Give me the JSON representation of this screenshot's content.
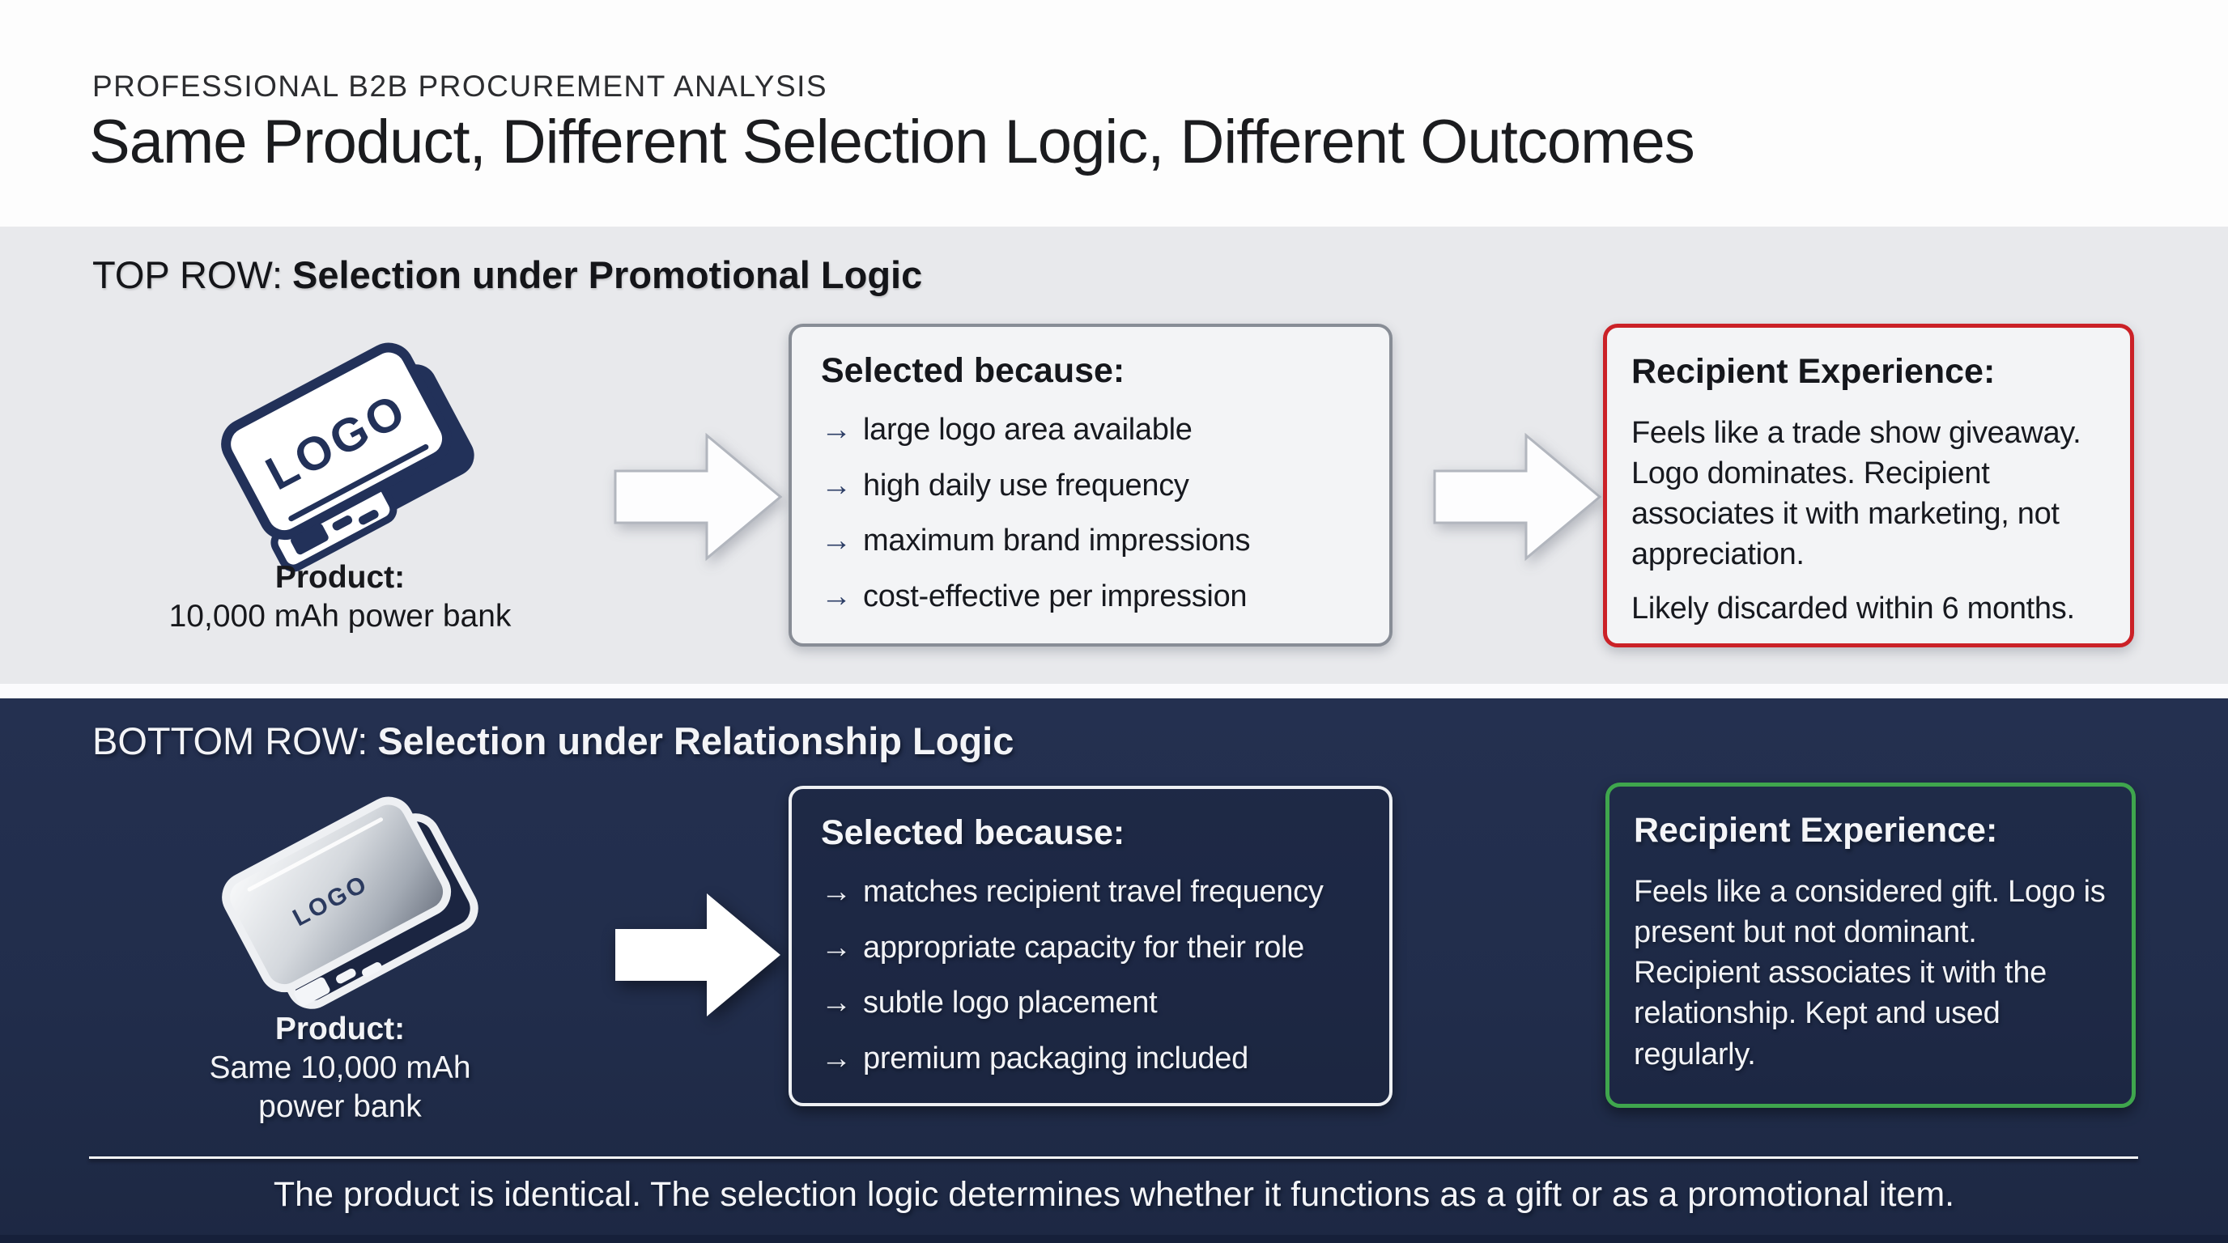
{
  "header": {
    "eyebrow": "PROFESSIONAL B2B PROCUREMENT ANALYSIS",
    "title": "Same Product, Different Selection Logic, Different Outcomes"
  },
  "glyphs": {
    "arrow_bullet": "→"
  },
  "colors": {
    "gray_band": "#e8e9ec",
    "navy_band": "#212d4b",
    "navy_ink": "#223159",
    "red_accent": "#cb2127",
    "green_accent": "#3fa64d",
    "box_border_gray": "#888d96"
  },
  "top_row": {
    "heading_prefix": "TOP ROW:",
    "heading_emphasis": "Selection under Promotional Logic",
    "product": {
      "logo_text": "LOGO",
      "label": "Product:",
      "name": "10,000 mAh power bank"
    },
    "selected_box": {
      "title": "Selected because:",
      "items": [
        "large logo area available",
        "high daily use frequency",
        "maximum brand impressions",
        "cost-effective per impression"
      ]
    },
    "experience_box": {
      "title": "Recipient Experience:",
      "body": "Feels like a trade show giveaway. Logo dominates. Recipient associates it with marketing, not appreciation.",
      "footnote": "Likely discarded within 6 months."
    }
  },
  "bottom_row": {
    "heading_prefix": "BOTTOM ROW:",
    "heading_emphasis": "Selection under Relationship Logic",
    "product": {
      "logo_text": "LOGO",
      "label": "Product:",
      "name_line1": "Same 10,000 mAh",
      "name_line2": "power bank"
    },
    "selected_box": {
      "title": "Selected because:",
      "items": [
        "matches recipient travel frequency",
        "appropriate capacity for their role",
        "subtle logo placement",
        "premium packaging included"
      ]
    },
    "experience_box": {
      "title": "Recipient Experience:",
      "body": "Feels like a considered gift. Logo is present but not dominant. Recipient associates it with the relationship. Kept and used regularly."
    }
  },
  "footer": {
    "text": "The product is identical. The selection logic determines whether it functions as a gift or as a promotional item."
  }
}
